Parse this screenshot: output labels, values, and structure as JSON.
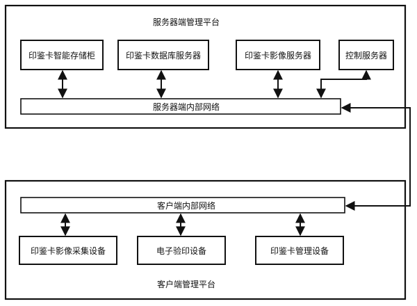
{
  "server_platform": {
    "title": "服务器端管理平台",
    "network": "服务器端内部网络",
    "nodes": [
      "印鉴卡智能存储柜",
      "印鉴卡数据库服务器",
      "印鉴卡影像服务器",
      "控制服务器"
    ]
  },
  "client_platform": {
    "title": "客户端管理平台",
    "network": "客户端内部网络",
    "nodes": [
      "印鉴卡影像采集设备",
      "电子验印设备",
      "印鉴卡管理设备"
    ]
  }
}
